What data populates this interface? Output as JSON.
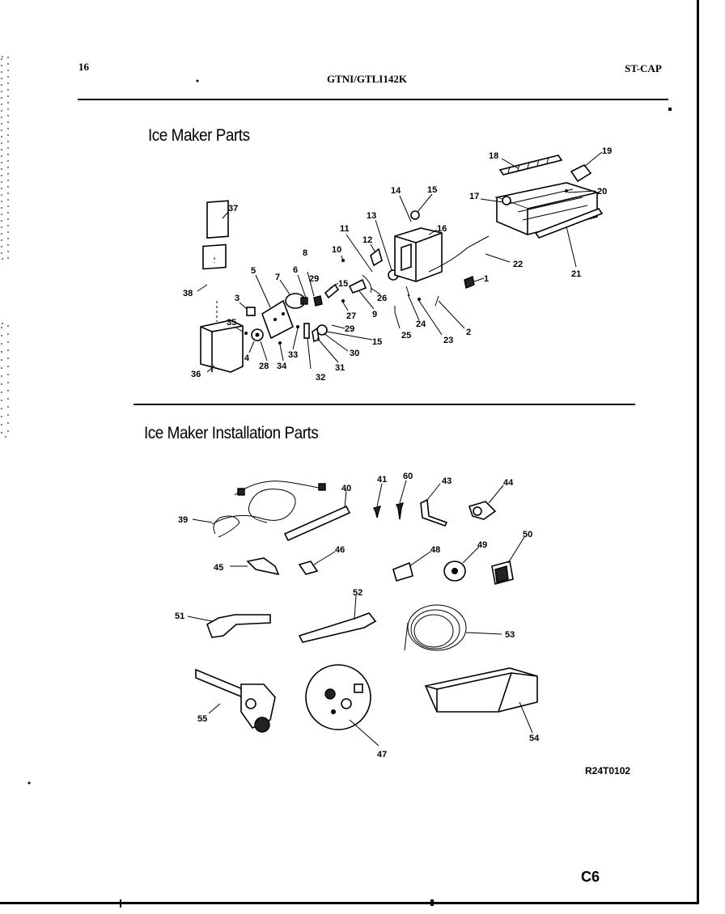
{
  "header": {
    "page_number": "16",
    "model": "GTNI/GTLI142K",
    "code": "ST-CAP"
  },
  "sections": {
    "ice_maker_parts": {
      "title": "Ice Maker Parts"
    },
    "installation_parts": {
      "title": "Ice Maker Installation Parts"
    }
  },
  "callouts_upper": [
    {
      "id": "c1",
      "label": "1"
    },
    {
      "id": "c2",
      "label": "2"
    },
    {
      "id": "c3",
      "label": "3"
    },
    {
      "id": "c4",
      "label": "4"
    },
    {
      "id": "c5",
      "label": "5"
    },
    {
      "id": "c6",
      "label": "6"
    },
    {
      "id": "c7",
      "label": "7"
    },
    {
      "id": "c8",
      "label": "8"
    },
    {
      "id": "c9",
      "label": "9"
    },
    {
      "id": "c10",
      "label": "10"
    },
    {
      "id": "c11",
      "label": "11"
    },
    {
      "id": "c12",
      "label": "12"
    },
    {
      "id": "c13",
      "label": "13"
    },
    {
      "id": "c14",
      "label": "14"
    },
    {
      "id": "c15a",
      "label": "15"
    },
    {
      "id": "c15b",
      "label": "15"
    },
    {
      "id": "c15c",
      "label": "15"
    },
    {
      "id": "c16",
      "label": "16"
    },
    {
      "id": "c17",
      "label": "17"
    },
    {
      "id": "c18",
      "label": "18"
    },
    {
      "id": "c19",
      "label": "19"
    },
    {
      "id": "c20",
      "label": "20"
    },
    {
      "id": "c21",
      "label": "21"
    },
    {
      "id": "c22",
      "label": "22"
    },
    {
      "id": "c23",
      "label": "23"
    },
    {
      "id": "c24",
      "label": "24"
    },
    {
      "id": "c25",
      "label": "25"
    },
    {
      "id": "c26",
      "label": "26"
    },
    {
      "id": "c27",
      "label": "27"
    },
    {
      "id": "c28",
      "label": "28"
    },
    {
      "id": "c29a",
      "label": "29"
    },
    {
      "id": "c29b",
      "label": "29"
    },
    {
      "id": "c30",
      "label": "30"
    },
    {
      "id": "c31",
      "label": "31"
    },
    {
      "id": "c32",
      "label": "32"
    },
    {
      "id": "c33",
      "label": "33"
    },
    {
      "id": "c34",
      "label": "34"
    },
    {
      "id": "c35",
      "label": "35"
    },
    {
      "id": "c36",
      "label": "36"
    },
    {
      "id": "c37",
      "label": "37"
    },
    {
      "id": "c38",
      "label": "38"
    }
  ],
  "callouts_lower": [
    {
      "id": "c39",
      "label": "39"
    },
    {
      "id": "c40",
      "label": "40"
    },
    {
      "id": "c41",
      "label": "41"
    },
    {
      "id": "c60",
      "label": "60"
    },
    {
      "id": "c43",
      "label": "43"
    },
    {
      "id": "c44",
      "label": "44"
    },
    {
      "id": "c45",
      "label": "45"
    },
    {
      "id": "c46",
      "label": "46"
    },
    {
      "id": "c48",
      "label": "48"
    },
    {
      "id": "c49",
      "label": "49"
    },
    {
      "id": "c50",
      "label": "50"
    },
    {
      "id": "c51",
      "label": "51"
    },
    {
      "id": "c52",
      "label": "52"
    },
    {
      "id": "c53",
      "label": "53"
    },
    {
      "id": "c55",
      "label": "55"
    },
    {
      "id": "c47",
      "label": "47"
    },
    {
      "id": "c54",
      "label": "54"
    }
  ],
  "footer": {
    "drawing_code": "R24T0102",
    "sheet": "C6"
  }
}
